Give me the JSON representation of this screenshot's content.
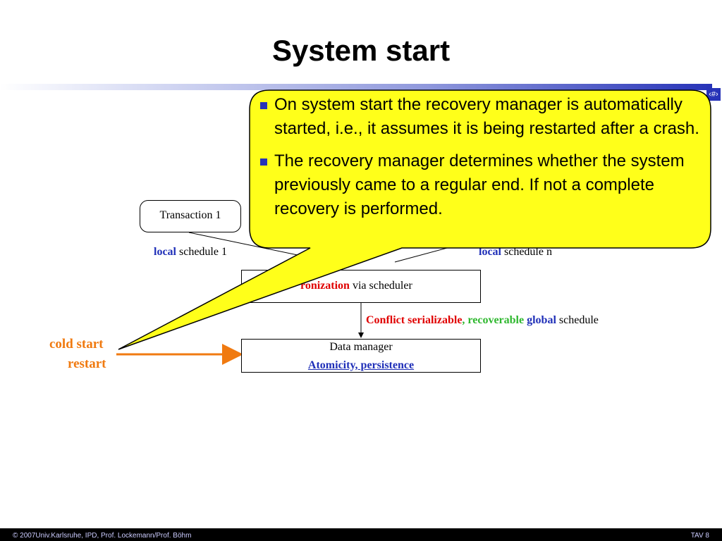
{
  "slide": {
    "title": "System start",
    "slide_number": "‹#›"
  },
  "diagram": {
    "transaction_1": "Transaction 1",
    "local_1_prefix": "local",
    "local_1_suffix": " schedule 1",
    "local_n_prefix": "local",
    "local_n_suffix": " schedule n",
    "scheduler_partial": "ronization",
    "scheduler_suffix": " via scheduler",
    "global_part1": "Conflict serializable",
    "global_sep": ", ",
    "global_part2": "recoverable",
    "global_part3": " global",
    "global_part4": " schedule",
    "data_manager": "Data manager",
    "data_manager_props": "Atomicity, persistence",
    "cold_start": "cold start",
    "restart": "restart"
  },
  "callout": {
    "bullets": [
      "On system start the recovery manager is automatically started, i.e., it assumes it is being restarted after a crash.",
      "The recovery manager determines whether the system previously came to a regular end. If not a complete recovery is performed."
    ]
  },
  "footer": {
    "left": "© 2007Univ.Karlsruhe, IPD, Prof. Lockemann/Prof. Böhm",
    "right": "TAV 8"
  },
  "colors": {
    "callout_fill": "#ffff1a",
    "accent_blue": "#2733b8",
    "orange": "#f07a10",
    "red": "#e00000",
    "green": "#2fb82f"
  }
}
